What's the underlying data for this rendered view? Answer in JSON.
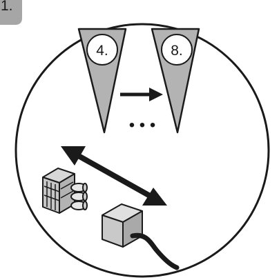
{
  "step": {
    "number": "1."
  },
  "markers": [
    {
      "label": "4."
    },
    {
      "label": "8."
    }
  ],
  "ellipsis": "• • •",
  "icons": {
    "step_badge": "step-badge-icon",
    "wedge": "wedge-icon",
    "arrow_right": "arrow-right-icon",
    "double_arrow": "double-arrow-icon",
    "terminal_block": "terminal-block-icon",
    "junction_box": "junction-box-icon",
    "cable": "cable-icon"
  },
  "colors": {
    "outline": "#1a1a1a",
    "gray_fill": "#b3b3b3",
    "light_fill": "#d8d8d8",
    "badge_fill": "#a6a6a6",
    "background": "#ffffff"
  }
}
